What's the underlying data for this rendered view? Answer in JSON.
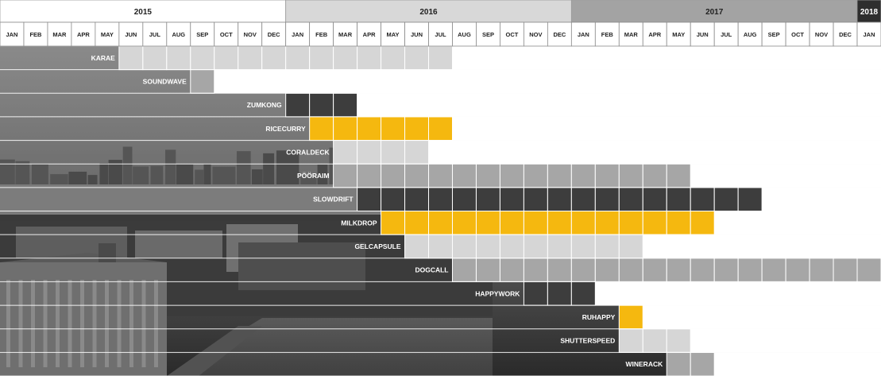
{
  "chart_data": {
    "type": "gantt",
    "title": "",
    "years": [
      {
        "label": "2015",
        "start": 0,
        "span": 12,
        "color": "#ffffff",
        "text": "#222222"
      },
      {
        "label": "2016",
        "start": 12,
        "span": 12,
        "color": "#d8d8d8",
        "text": "#222222"
      },
      {
        "label": "2017",
        "start": 24,
        "span": 12,
        "color": "#a3a3a3",
        "text": "#222222"
      },
      {
        "label": "2018",
        "start": 36,
        "span": 1,
        "color": "#2e2e2e",
        "text": "#ffffff"
      }
    ],
    "months": [
      "JAN",
      "FEB",
      "MAR",
      "APR",
      "MAY",
      "JUN",
      "JUL",
      "AUG",
      "SEP",
      "OCT",
      "NOV",
      "DEC",
      "JAN",
      "FEB",
      "MAR",
      "APR",
      "MAY",
      "JUN",
      "JUL",
      "AUG",
      "SEP",
      "OCT",
      "NOV",
      "DEC",
      "JAN",
      "FEB",
      "MAR",
      "APR",
      "MAY",
      "JUN",
      "JUL",
      "AUG",
      "SEP",
      "OCT",
      "NOV",
      "DEC",
      "JAN"
    ],
    "colors": {
      "light": "#d6d6d6",
      "mid": "#a6a6a6",
      "dark": "#3d3d3d",
      "yellow": "#f5b80f"
    },
    "series": [
      {
        "name": "KARAE",
        "start": "2015-06",
        "end": "2016-07",
        "color": "light"
      },
      {
        "name": "SOUNDWAVE",
        "start": "2015-09",
        "end": "2015-09",
        "color": "mid"
      },
      {
        "name": "ZUMKONG",
        "start": "2016-01",
        "end": "2016-03",
        "color": "dark"
      },
      {
        "name": "RICECURRY",
        "start": "2016-02",
        "end": "2016-07",
        "color": "yellow"
      },
      {
        "name": "CORALDECK",
        "start": "2016-03",
        "end": "2016-06",
        "color": "light"
      },
      {
        "name": "PÖÖRAIM",
        "start": "2016-03",
        "end": "2017-05",
        "color": "mid"
      },
      {
        "name": "SLOWDRIFT",
        "start": "2016-04",
        "end": "2017-08",
        "color": "dark"
      },
      {
        "name": "MILKDROP",
        "start": "2016-05",
        "end": "2017-06",
        "color": "yellow"
      },
      {
        "name": "GELCAPSULE",
        "start": "2016-06",
        "end": "2017-03",
        "color": "light"
      },
      {
        "name": "DOGCALL",
        "start": "2016-08",
        "end": "2018-01",
        "color": "mid"
      },
      {
        "name": "HAPPYWORK",
        "start": "2016-11",
        "end": "2017-01",
        "color": "dark"
      },
      {
        "name": "RUHAPPY",
        "start": "2017-03",
        "end": "2017-03",
        "color": "yellow"
      },
      {
        "name": "SHUTTERSPEED",
        "start": "2017-03",
        "end": "2017-05",
        "color": "light"
      },
      {
        "name": "WINERACK",
        "start": "2017-05",
        "end": "2017-06",
        "color": "mid"
      }
    ]
  }
}
